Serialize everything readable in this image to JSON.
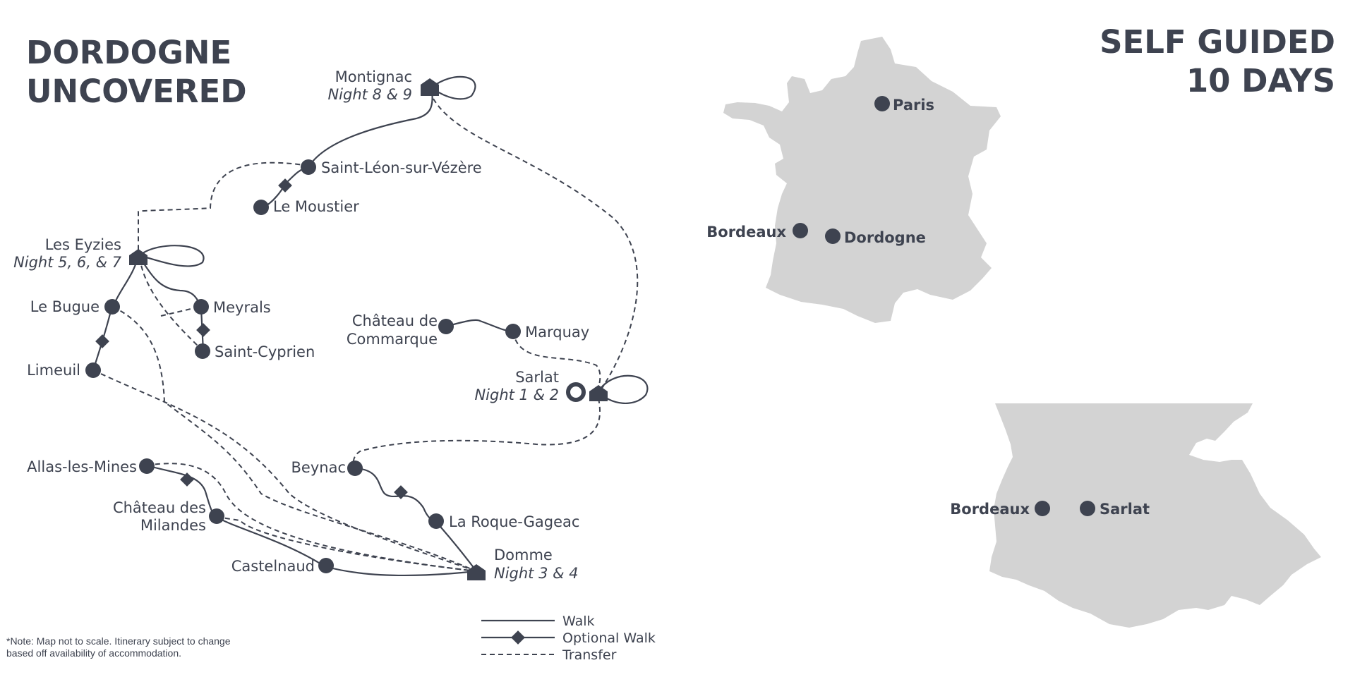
{
  "title": {
    "line1": "DORDOGNE",
    "line2": "UNCOVERED"
  },
  "subtitle": {
    "line1": "SELF GUIDED",
    "line2": "10 DAYS"
  },
  "places": {
    "montignac": {
      "name": "Montignac",
      "night": "Night 8 & 9"
    },
    "saint_leon": {
      "name": "Saint-Léon-sur-Vézère"
    },
    "le_moustier": {
      "name": "Le Moustier"
    },
    "les_eyzies": {
      "name": "Les Eyzies",
      "night": "Night 5, 6, & 7"
    },
    "le_bugue": {
      "name": "Le Bugue"
    },
    "meyrals": {
      "name": "Meyrals"
    },
    "saint_cyprien": {
      "name": "Saint-Cyprien"
    },
    "limeuil": {
      "name": "Limeuil"
    },
    "commarque": {
      "name_line1": "Château de",
      "name_line2": "Commarque"
    },
    "marquay": {
      "name": "Marquay"
    },
    "sarlat": {
      "name": "Sarlat",
      "night": "Night 1 & 2"
    },
    "allas": {
      "name": "Allas-les-Mines"
    },
    "milandes": {
      "name_line1": "Château des",
      "name_line2": "Milandes"
    },
    "castelnaud": {
      "name": "Castelnaud"
    },
    "beynac": {
      "name": "Beynac"
    },
    "la_roque": {
      "name": "La Roque-Gageac"
    },
    "domme": {
      "name": "Domme",
      "night": "Night 3 & 4"
    }
  },
  "legend": {
    "walk": "Walk",
    "optional_walk": "Optional Walk",
    "transfer": "Transfer"
  },
  "note": {
    "line1": "*Note: Map not to scale. Itinerary subject to change",
    "line2": "based off availability of accommodation."
  },
  "france_map": {
    "paris": "Paris",
    "bordeaux": "Bordeaux",
    "dordogne": "Dordogne"
  },
  "region_map": {
    "bordeaux": "Bordeaux",
    "sarlat": "Sarlat"
  },
  "colors": {
    "ink": "#3e4350",
    "land": "#d3d3d3",
    "background": "#ffffff"
  }
}
